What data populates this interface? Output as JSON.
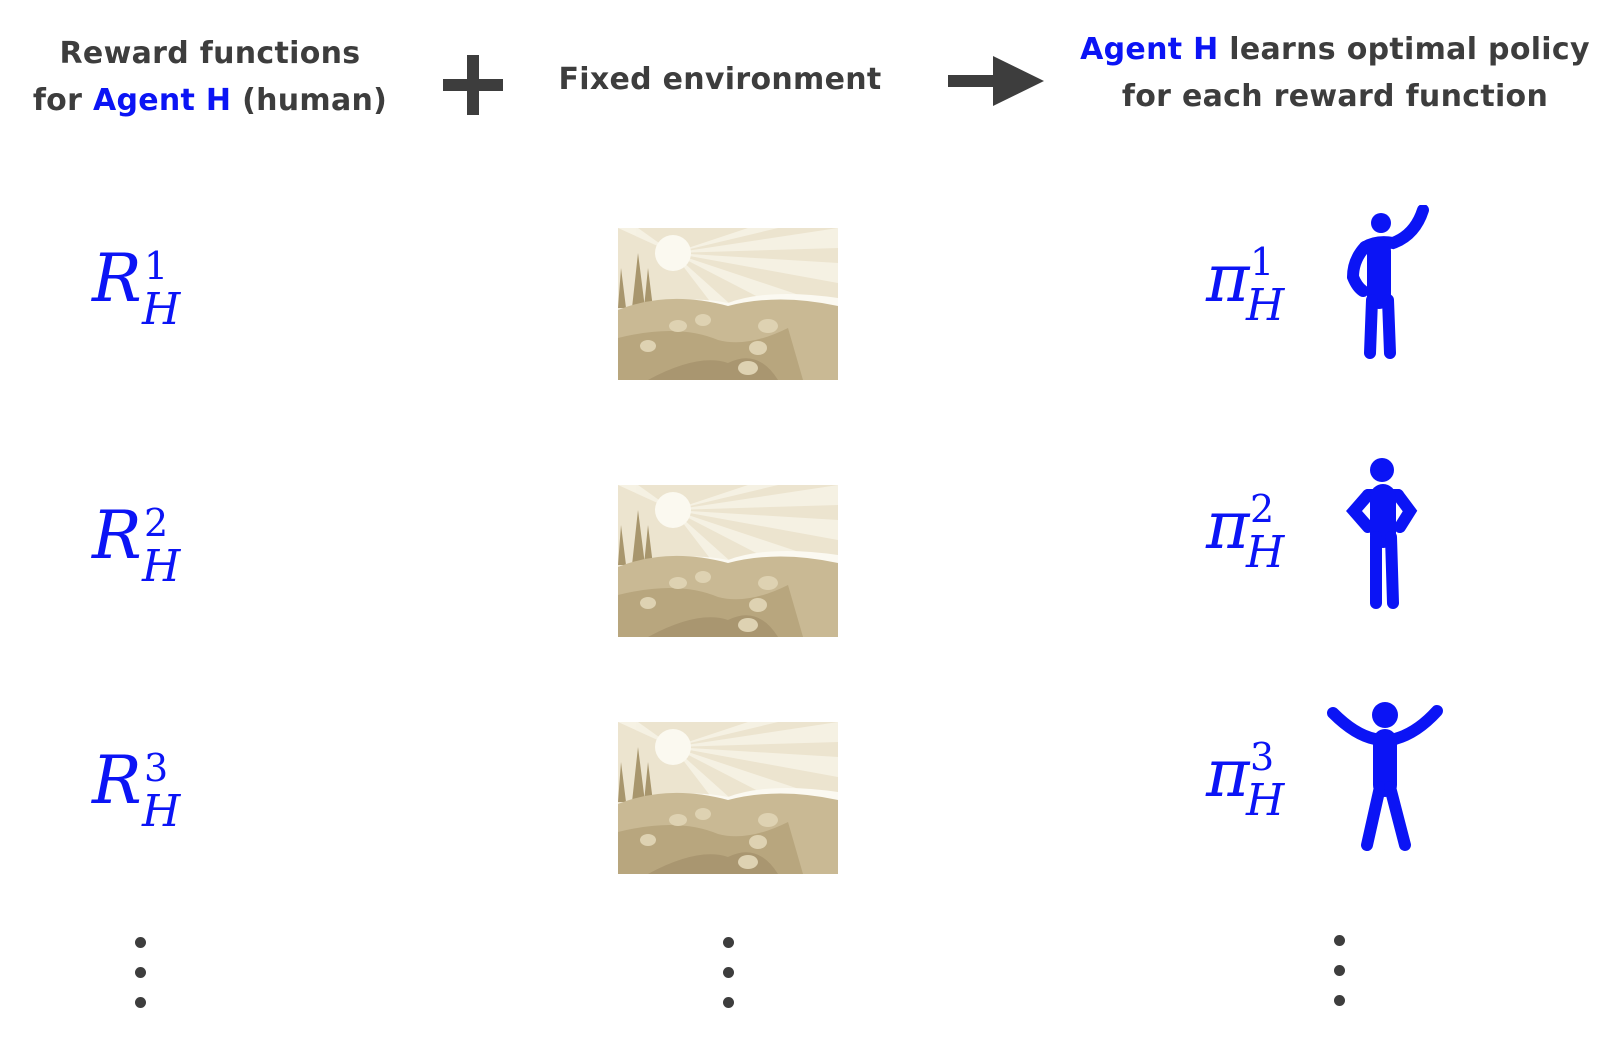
{
  "header": {
    "col1_line1": "Reward functions",
    "col1_line2_prefix": "for ",
    "col1_line2_agent": "Agent H",
    "col1_line2_suffix": " (human)",
    "col2": "Fixed environment",
    "col3_agent": "Agent H",
    "col3_line1_suffix": " learns optimal policy",
    "col3_line2": "for each reward function"
  },
  "rows": [
    {
      "reward_symbol": "R",
      "policy_symbol": "π",
      "index": "1",
      "subscript": "H",
      "pose": "waving"
    },
    {
      "reward_symbol": "R",
      "policy_symbol": "π",
      "index": "2",
      "subscript": "H",
      "pose": "hands-on-hips"
    },
    {
      "reward_symbol": "R",
      "policy_symbol": "π",
      "index": "3",
      "subscript": "H",
      "pose": "arms-raised"
    }
  ],
  "colors": {
    "accent": "#0b14f5",
    "text": "#3d3d3d",
    "landscape": "#c8b994"
  }
}
